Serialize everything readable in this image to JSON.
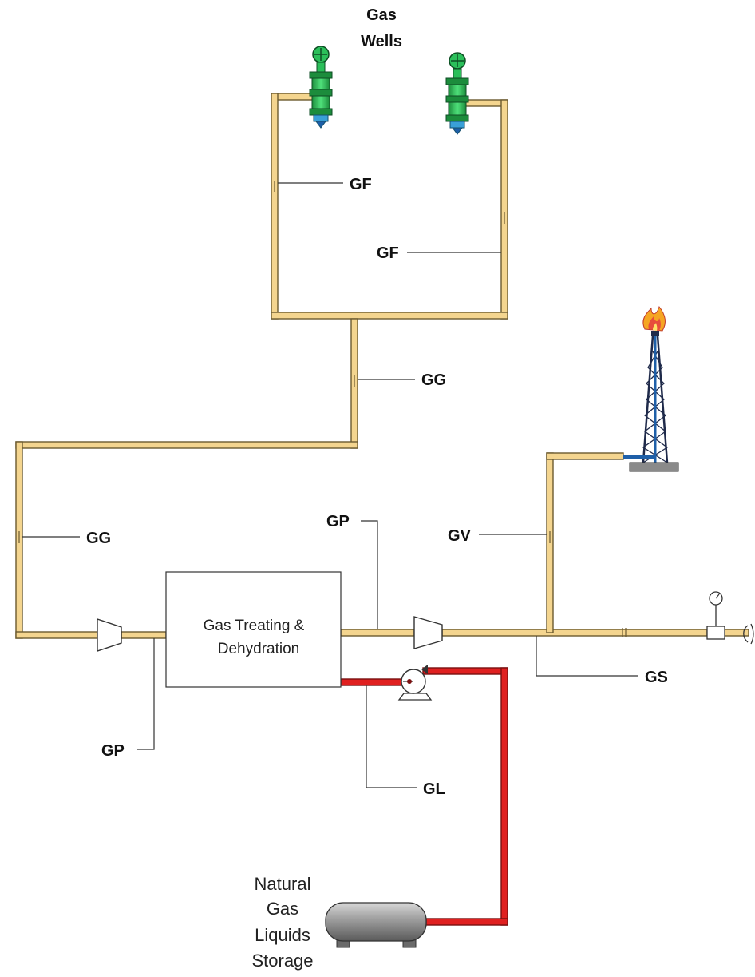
{
  "title": {
    "line1": "Gas",
    "line2": "Wells"
  },
  "labels": {
    "gf_left": "GF",
    "gf_right": "GF",
    "gg_upper": "GG",
    "gg_left": "GG",
    "gp_top": "GP",
    "gp_bottom": "GP",
    "gv": "GV",
    "gs": "GS",
    "gl": "GL"
  },
  "treating": {
    "line1": "Gas Treating &",
    "line2": "Dehydration"
  },
  "storage": {
    "line1": "Natural",
    "line2": "Gas",
    "line3": "Liquids",
    "line4": "Storage"
  },
  "colors": {
    "gas_pipe": "#f4d58f",
    "liquid_pipe": "#e02020",
    "well": "#2bbf5a",
    "flare_tower": "#1f2a4a"
  },
  "icons": [
    "gas-well-icon",
    "compressor-icon",
    "pump-icon",
    "flare-stack-icon",
    "pressure-gauge-icon",
    "storage-tank-icon"
  ]
}
